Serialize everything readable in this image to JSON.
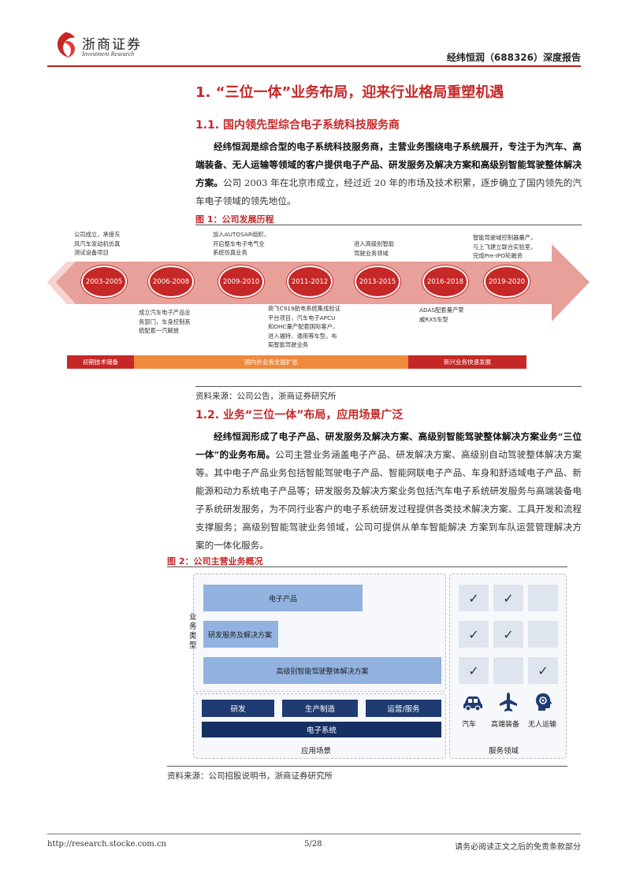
{
  "header": {
    "logo_cn": "浙商证券",
    "logo_en": "Investment Research",
    "report_title": "经纬恒润（688326）深度报告"
  },
  "section1": {
    "title": "1. “三位一体”业务布局，迎来行业格局重塑机遇",
    "sub1_title": "1.1. 国内领先型综合电子系统科技服务商",
    "sub1_para_bold": "经纬恒润是综合型的电子系统科技服务商，主营业务围绕电子系统展开，专注于为汽车、高端装备、无人运输等领域的客户提供电子产品、研发服务及解决方案和高级别智能驾驶整体解决方案。",
    "sub1_para": "公司 2003 年在北京市成立，经过近 20 年的市场及技术积累，逐步确立了国内领先的汽车电子领域的领先地位。",
    "sub2_title": "1.2. 业务“三位一体”布局，应用场景广泛",
    "sub2_para_bold": "经纬恒润形成了电子产品、研发服务及解决方案、高级别智能驾驶整体解决方案业务“三位一体”的业务布局。",
    "sub2_para": "公司主营业务涵盖电子产品、研发解决方案、高级别自动驾驶整体解决方案等。其中电子产品业务包括智能驾驶电子产品、智能网联电子产品、车身和舒适域电子产品、新能源和动力系统电子产品等；研发服务及解决方案业务包括汽车电子系统研发服务与高端装备电子系统研发服务，为不同行业客户的电子系统研发过程提供各类技术解决方案、工具开发和流程支撑服务；高级别智能驾驶业务领域，公司可提供从单车智能解决 方案到车队运营管理解决方案的一体化服务。"
  },
  "figure1": {
    "label": "图 1：公司发展历程",
    "source": "资料来源：公司公告，浙商证券研究所",
    "periods": [
      "2003-2005",
      "2006-2008",
      "2009-2010",
      "2011-2012",
      "2013-2015",
      "2016-2018",
      "2019-2020"
    ],
    "notes_top": [
      "公司成立，承接东\n风汽车发动机仿真\n测试设备项目",
      "加入AUTOSAR组织，\n开启整车电子电气全\n系统仿真业务",
      "进入高级别智能\n驾驶业务领域",
      "智能驾驶域控制器量产，\n与上飞建立联合实验室，\n完成Pre-IPO轮融资"
    ],
    "notes_bottom": [
      "成立汽车电子产品业\n务部门，车身控制系\n统配套一汽解放",
      "商飞C919航电系统集成验证\n平台项目，汽车电子APCU\n和OHC量产配套国际客户，\n进入福特、通用等车型。布\n局智能驾驶业务",
      "ADAS配套量产荣\n威RX5车型"
    ],
    "stages": [
      "初期技术储备",
      "国内外业务全面扩张",
      "新兴业务快速发展"
    ],
    "colors": {
      "arrow": "#e8a09a",
      "circle": "#c62828",
      "stage1": "#c62828",
      "stage2": "#ef8a3c",
      "stage3": "#c62828"
    }
  },
  "figure2": {
    "label": "图 2：公司主营业务概况",
    "source": "资料来源：公司招股说明书，浙商证券研究所",
    "axis_label": "业务类型",
    "bars": [
      "电子产品",
      "研发服务及解决方案",
      "高级别智能驾驶整体解决方案"
    ],
    "scenes": [
      "研发",
      "生产制造",
      "运营/服务"
    ],
    "base": "电子系统",
    "left_caption": "应用场景",
    "right_caption": "服务领域",
    "domains": [
      "汽车",
      "高端装备",
      "无人运输"
    ],
    "check_mark": "✓",
    "matrix": [
      [
        true,
        true,
        false
      ],
      [
        true,
        true,
        false
      ],
      [
        true,
        false,
        true
      ]
    ]
  },
  "footer": {
    "url": "http://research.stocke.com.cn",
    "page": "5/28",
    "disclaimer": "请务必阅读正文之后的免责条款部分"
  }
}
